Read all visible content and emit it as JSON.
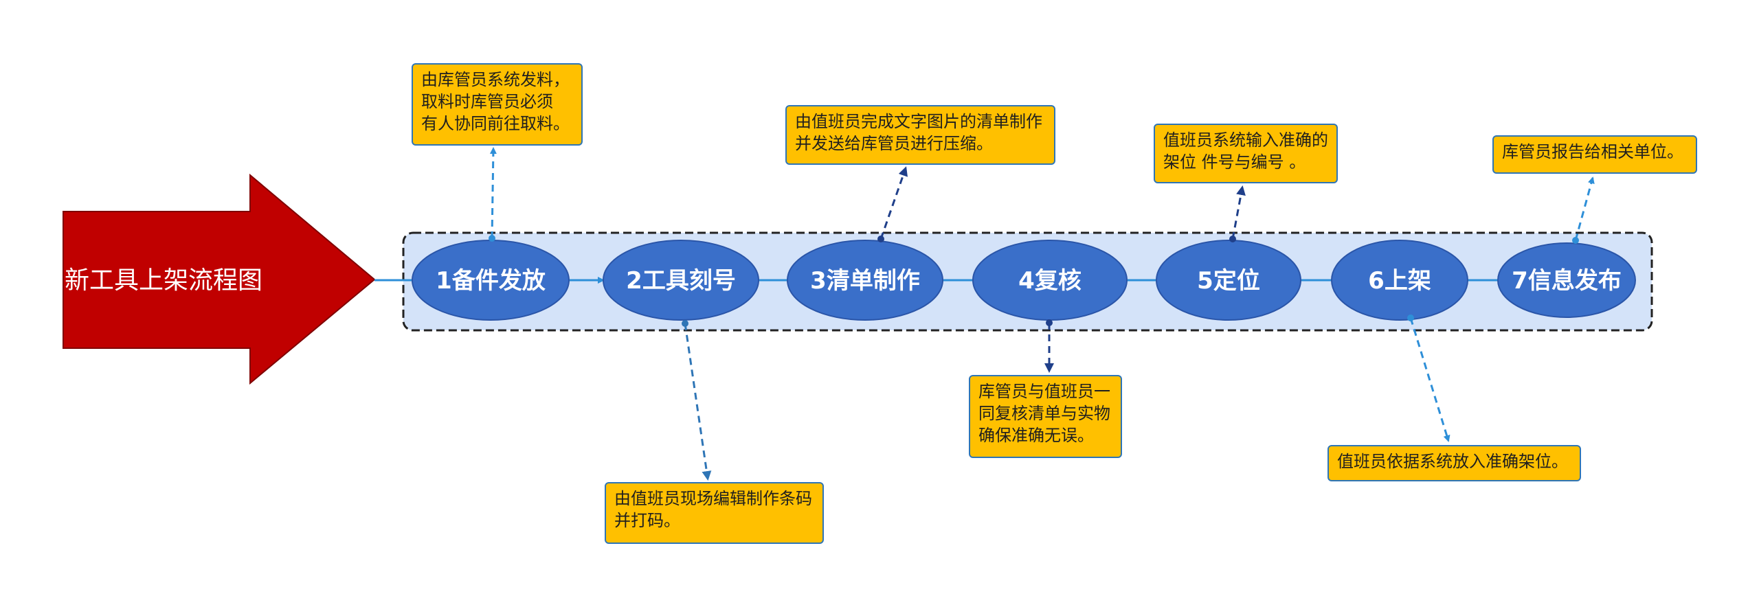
{
  "main_arrow": {
    "label": "新工具上架流程图"
  },
  "stages": [
    {
      "label": "1备件发放"
    },
    {
      "label": "2工具刻号"
    },
    {
      "label": "3清单制作"
    },
    {
      "label": "4复核"
    },
    {
      "label": "5定位"
    },
    {
      "label": "6上架"
    },
    {
      "label": "7信息发布"
    }
  ],
  "notes": [
    {
      "text": "由库管员系统发料，\n取料时库管员必须\n有人协同前往取料。"
    },
    {
      "text": "由值班员现场编辑制作条码\n并打码。"
    },
    {
      "text": "由值班员完成文字图片的清单制作\n并发送给库管员进行压缩。"
    },
    {
      "text": "库管员与值班员一\n同复核清单与实物\n确保准确无误。"
    },
    {
      "text": "值班员系统输入准确的\n架位 件号与编号 。"
    },
    {
      "text": "值班员依据系统放入准确架位。"
    },
    {
      "text": "库管员报告给相关单位。"
    }
  ],
  "colors": {
    "arrow_fill": "#C00000",
    "band_fill": "#D4E3F9",
    "stage_fill": "#3A6FC9",
    "connector": "#2E8FD8",
    "note_fill": "#FFC000",
    "note_border": "#2E75B6"
  }
}
